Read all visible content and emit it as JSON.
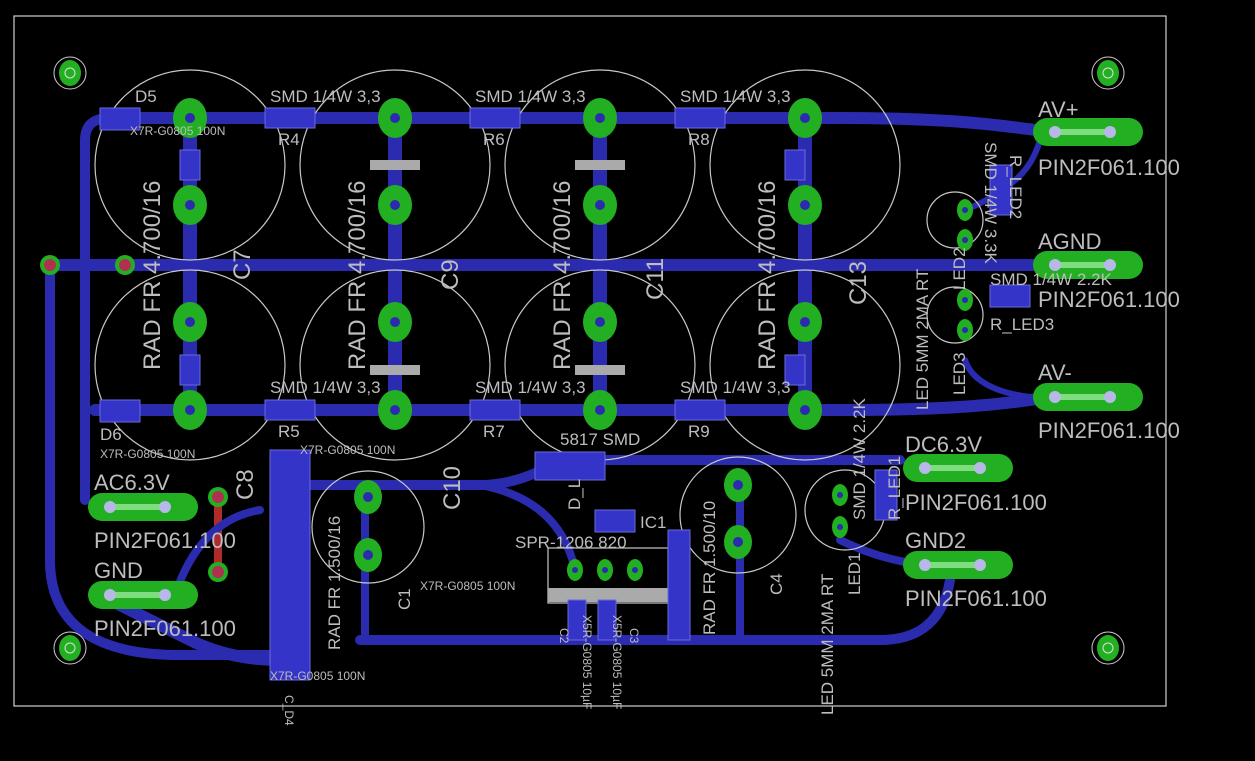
{
  "board": {
    "colors": {
      "background": "#000000",
      "trace_top": "#2b2bb0",
      "trace_bottom": "#b02b2b",
      "pad": "#22b022",
      "silkscreen": "#bdbdbd"
    }
  },
  "connectors": [
    {
      "name": "AV+",
      "package": "PIN2F061.100"
    },
    {
      "name": "AGND",
      "package": "PIN2F061.100"
    },
    {
      "name": "AV-",
      "package": "PIN2F061.100"
    },
    {
      "name": "DC6.3V",
      "package": "PIN2F061.100"
    },
    {
      "name": "GND2",
      "package": "PIN2F061.100"
    },
    {
      "name": "AC6.3V",
      "package": "PIN2F061.100"
    },
    {
      "name": "GND",
      "package": "PIN2F061.100"
    }
  ],
  "capacitors": [
    {
      "name": "C7",
      "value": "RAD FR 4.700/16"
    },
    {
      "name": "C9",
      "value": "RAD FR 4.700/16"
    },
    {
      "name": "C11",
      "value": "RAD FR 4.700/16"
    },
    {
      "name": "C13",
      "value": "RAD FR 4.700/16"
    },
    {
      "name": "C8",
      "value": "RAD FR 4.700/16"
    },
    {
      "name": "C10",
      "value": "RAD FR 4.700/16"
    },
    {
      "name": "C1",
      "value": "RAD FR 1.500/16"
    },
    {
      "name": "C4",
      "value": "RAD FR 1.500/10"
    }
  ],
  "resistors": [
    {
      "name": "R4",
      "value": "SMD 1/4W 3,3"
    },
    {
      "name": "R6",
      "value": "SMD 1/4W 3,3"
    },
    {
      "name": "R8",
      "value": "SMD 1/4W 3,3"
    },
    {
      "name": "R5",
      "value": "SMD 1/4W 3,3"
    },
    {
      "name": "R7",
      "value": "SMD 1/4W 3,3"
    },
    {
      "name": "R9",
      "value": "SMD 1/4W 3,3"
    },
    {
      "name": "R_LED2",
      "value": "SMD 1/4W 3.3K"
    },
    {
      "name": "R_LED3",
      "value": "SMD 1/4W 2.2K"
    },
    {
      "name": "R_LED1",
      "value": "SMD 1/4W 2.2K"
    }
  ],
  "misc": {
    "d5": "D5",
    "d6": "D6",
    "x7r": "X7R-G0805 100N",
    "x5r": "X5R-G0805 10µF",
    "led1": "LED1",
    "led2": "LED2",
    "led3": "LED3",
    "led_pkg": "LED 5MM 2MA RT",
    "ic1": "IC1",
    "spr": "SPR-1206 820",
    "d_l": "D_L",
    "schottky": "5817 SMD",
    "c2": "C2",
    "c3": "C3",
    "c_d4": "C_D4"
  }
}
